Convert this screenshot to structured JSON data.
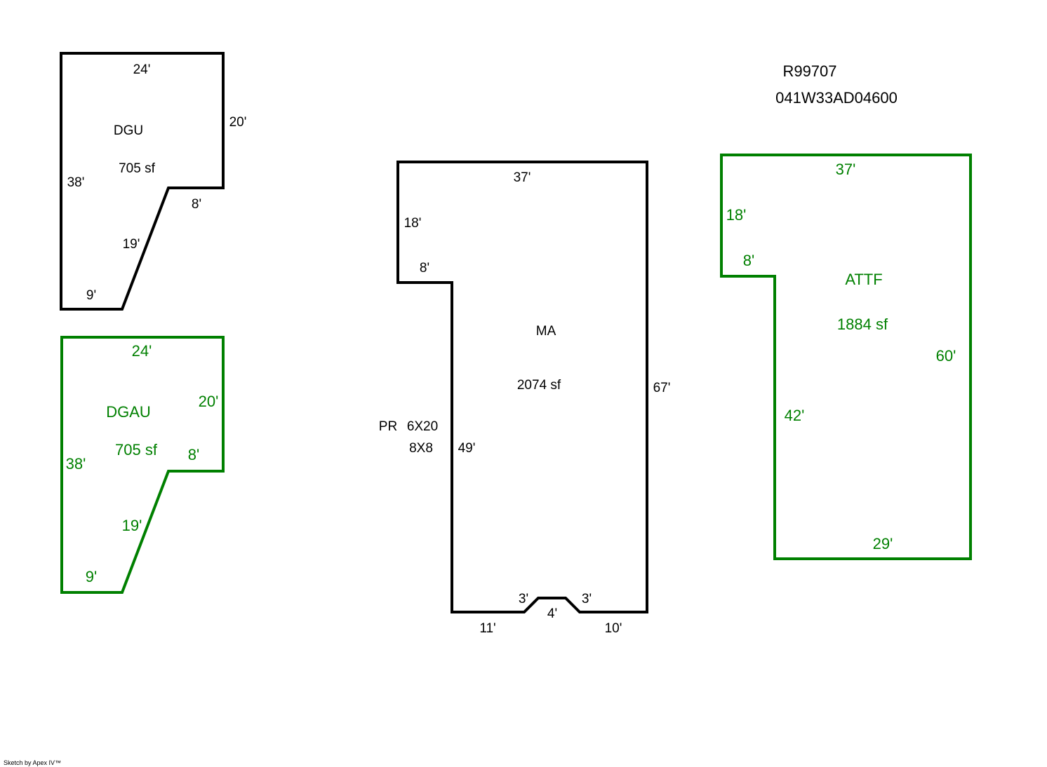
{
  "header": {
    "parcel_id": "R99707",
    "map_number": "041W33AD04600"
  },
  "colors": {
    "outline": "#000000",
    "alternate_area": "#008000"
  },
  "areas": {
    "dgu": {
      "code": "DGU",
      "area": "705 sf",
      "dims": [
        "24'",
        "20'",
        "38'",
        "8'",
        "19'",
        "9'"
      ]
    },
    "dgau": {
      "code": "DGAU",
      "area": "705 sf",
      "dims": [
        "24'",
        "20'",
        "38'",
        "8'",
        "19'",
        "9'"
      ]
    },
    "ma": {
      "code": "MA",
      "area": "2074 sf",
      "dims": [
        "37'",
        "18'",
        "8'",
        "67'",
        "49'",
        "3'",
        "3'",
        "4'",
        "11'",
        "10'"
      ],
      "note_label": "PR",
      "note_sizes": [
        "6X20",
        "8X8"
      ]
    },
    "attf": {
      "code": "ATTF",
      "area": "1884 sf",
      "dims": [
        "37'",
        "18'",
        "8'",
        "60'",
        "42'",
        "29'"
      ]
    }
  },
  "footer": {
    "credit": "Sketch by Apex IV™"
  }
}
